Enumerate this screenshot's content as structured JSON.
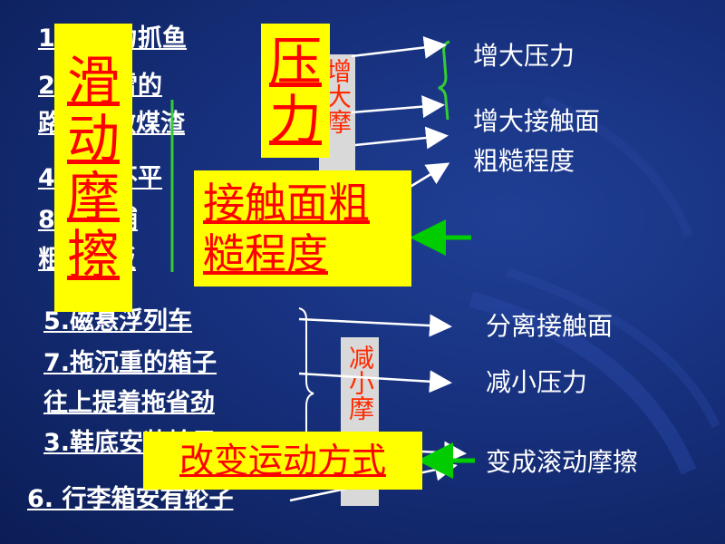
{
  "items": {
    "item1": "1.手用力抓鱼",
    "item2_line1": "2.在积雪的",
    "item2_line2": "路面上撒煤渣",
    "item4": "4.凹凸不平",
    "item8_line1": "8.地面铺",
    "item8_line2": "粗糙地板",
    "item5": "5.磁悬浮列车",
    "item7_line1": "7.拖沉重的箱子",
    "item7_line2": "往上提着拖省劲",
    "item3": "3.鞋底安装轮子",
    "item6": "6. 行李箱安有轮子"
  },
  "boxes": {
    "sliding_friction": "滑动摩擦",
    "pressure": "压力",
    "surface_roughness": "接触面粗糙程度",
    "change_motion": "改变运动方式",
    "increase_vertical": "增大摩",
    "decrease_vertical": "减小摩"
  },
  "results": {
    "increase_pressure": "增大压力",
    "increase_roughness_line1": "增大接触面",
    "increase_roughness_line2": "粗糙程度",
    "separate_surfaces": "分离接触面",
    "reduce_pressure": "减小压力",
    "rolling_friction": "变成滚动摩擦"
  },
  "colors": {
    "background": "#17307d",
    "box_fill": "#ffff00",
    "box_text": "#ff0000",
    "text": "#ffffff",
    "bracket_green": "#33cc33",
    "arrow_green": "#00cc00"
  }
}
